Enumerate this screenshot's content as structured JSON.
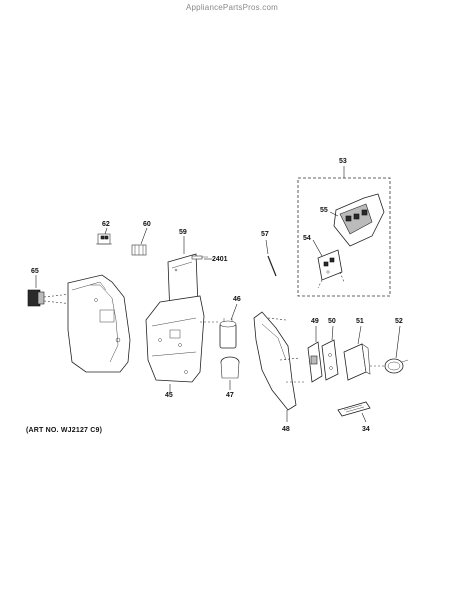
{
  "header": {
    "watermark": "AppliancePartsPros.com"
  },
  "footer": {
    "art_number": "(ART NO. WJ2127 C9)"
  },
  "callouts": {
    "p2401": "2401",
    "p34": "34",
    "p45": "45",
    "p46": "46",
    "p47": "47",
    "p48": "48",
    "p49": "49",
    "p50": "50",
    "p51": "51",
    "p52": "52",
    "p53": "53",
    "p54": "54",
    "p55": "55",
    "p57": "57",
    "p59": "59",
    "p60": "60",
    "p62": "62",
    "p65": "65"
  }
}
